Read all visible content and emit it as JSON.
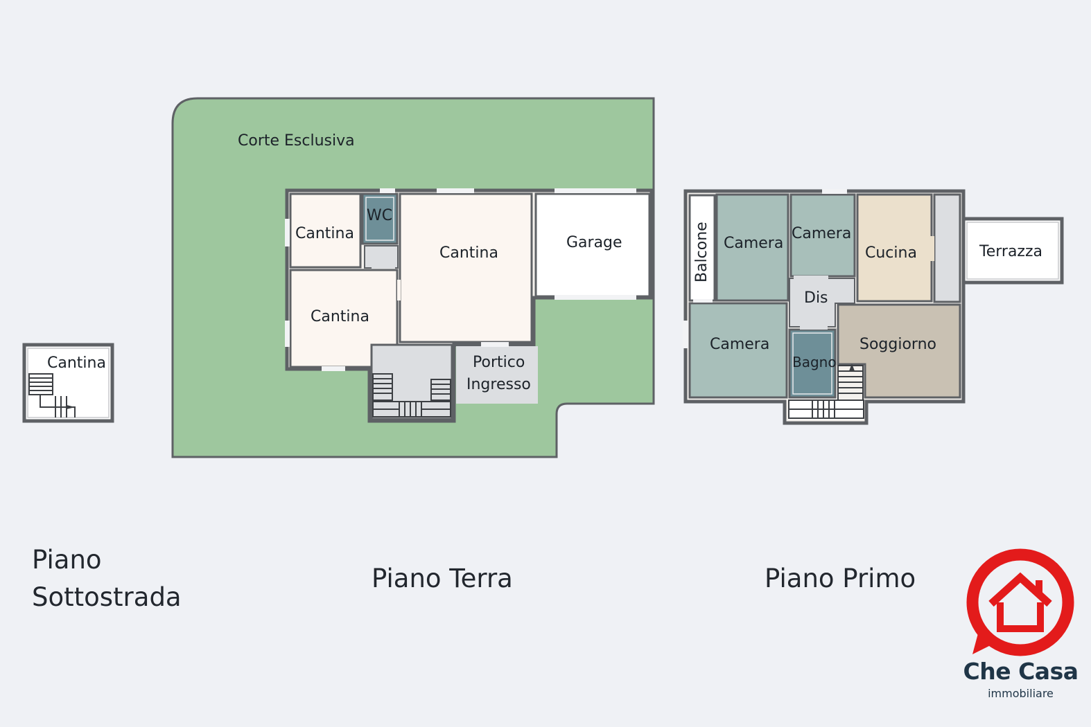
{
  "colors": {
    "garden": "#9ec79e",
    "cantina": "#fcf6f1",
    "wc": "#6e8f98",
    "bagno": "#6e8f98",
    "camera": "#a8bfba",
    "cucina": "#ebe0cc",
    "soggiorno": "#c9c1b3",
    "service": "#dcdee1",
    "wall": "#5e6165",
    "logo_red": "#e31b1b",
    "logo_text": "#1f3547"
  },
  "sottostrada": {
    "floor_label_line1": "Piano",
    "floor_label_line2": "Sottostrada",
    "rooms": {
      "cantina": "Cantina"
    }
  },
  "terra": {
    "floor_label": "Piano Terra",
    "court_label": "Corte Esclusiva",
    "rooms": {
      "cantina_small": "Cantina",
      "wc": "WC",
      "cantina_mid": "Cantina",
      "cantina_large": "Cantina",
      "garage": "Garage",
      "portico_line1": "Portico",
      "portico_line2": "Ingresso"
    }
  },
  "primo": {
    "floor_label": "Piano Primo",
    "rooms": {
      "balcone": "Balcone",
      "camera_1": "Camera",
      "camera_2": "Camera",
      "camera_3": "Camera",
      "cucina": "Cucina",
      "terrazza": "Terrazza",
      "dis": "Dis",
      "soggiorno": "Soggiorno",
      "bagno": "Bagno"
    }
  },
  "logo": {
    "icon": "house-icon",
    "name": "Che Casa",
    "subtitle": "immobiliare"
  }
}
